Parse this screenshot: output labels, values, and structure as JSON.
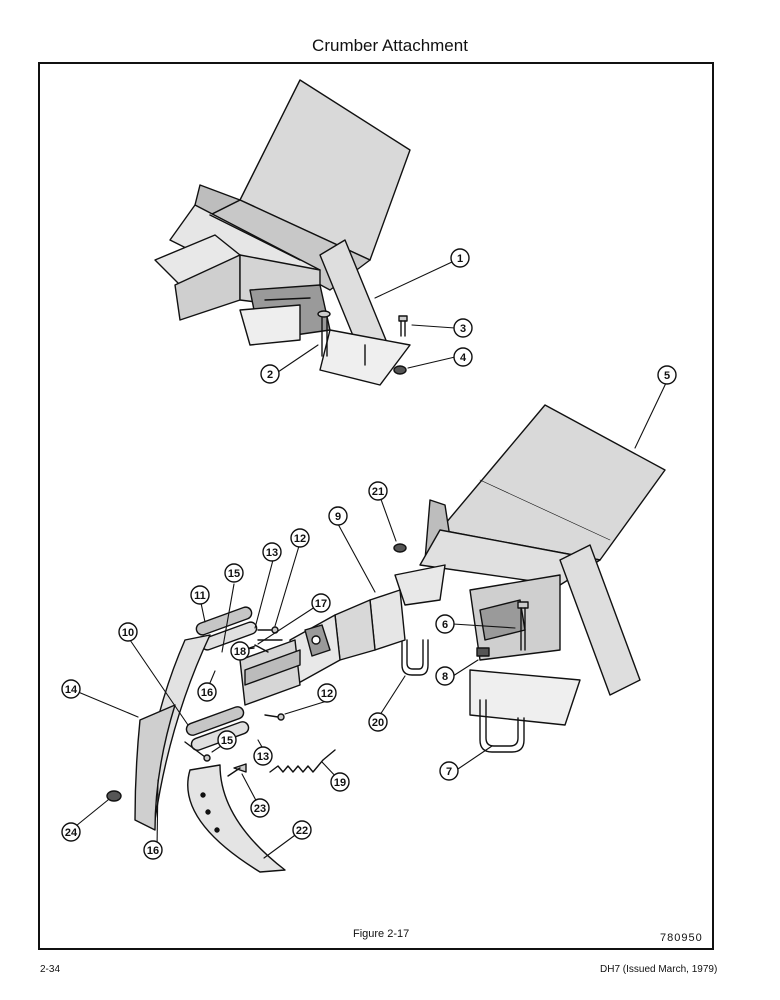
{
  "page": {
    "title": "Crumber Attachment",
    "figure_caption": "Figure 2-17",
    "drawing_number": "780950",
    "page_number": "2-34",
    "issue_note": "DH7 (Issued March, 1979)"
  },
  "callouts": [
    {
      "id": "c1",
      "number": "1"
    },
    {
      "id": "c2",
      "number": "2"
    },
    {
      "id": "c3",
      "number": "3"
    },
    {
      "id": "c4",
      "number": "4"
    },
    {
      "id": "c5",
      "number": "5"
    },
    {
      "id": "c6",
      "number": "6"
    },
    {
      "id": "c7",
      "number": "7"
    },
    {
      "id": "c8",
      "number": "8"
    },
    {
      "id": "c9",
      "number": "9"
    },
    {
      "id": "c10",
      "number": "10"
    },
    {
      "id": "c11",
      "number": "11"
    },
    {
      "id": "c12a",
      "number": "12"
    },
    {
      "id": "c12b",
      "number": "12"
    },
    {
      "id": "c13a",
      "number": "13"
    },
    {
      "id": "c13b",
      "number": "13"
    },
    {
      "id": "c14",
      "number": "14"
    },
    {
      "id": "c15a",
      "number": "15"
    },
    {
      "id": "c15b",
      "number": "15"
    },
    {
      "id": "c16a",
      "number": "16"
    },
    {
      "id": "c16b",
      "number": "16"
    },
    {
      "id": "c17",
      "number": "17"
    },
    {
      "id": "c18",
      "number": "18"
    },
    {
      "id": "c19",
      "number": "19"
    },
    {
      "id": "c20",
      "number": "20"
    },
    {
      "id": "c21",
      "number": "21"
    },
    {
      "id": "c22",
      "number": "22"
    },
    {
      "id": "c23",
      "number": "23"
    },
    {
      "id": "c24",
      "number": "24"
    }
  ]
}
